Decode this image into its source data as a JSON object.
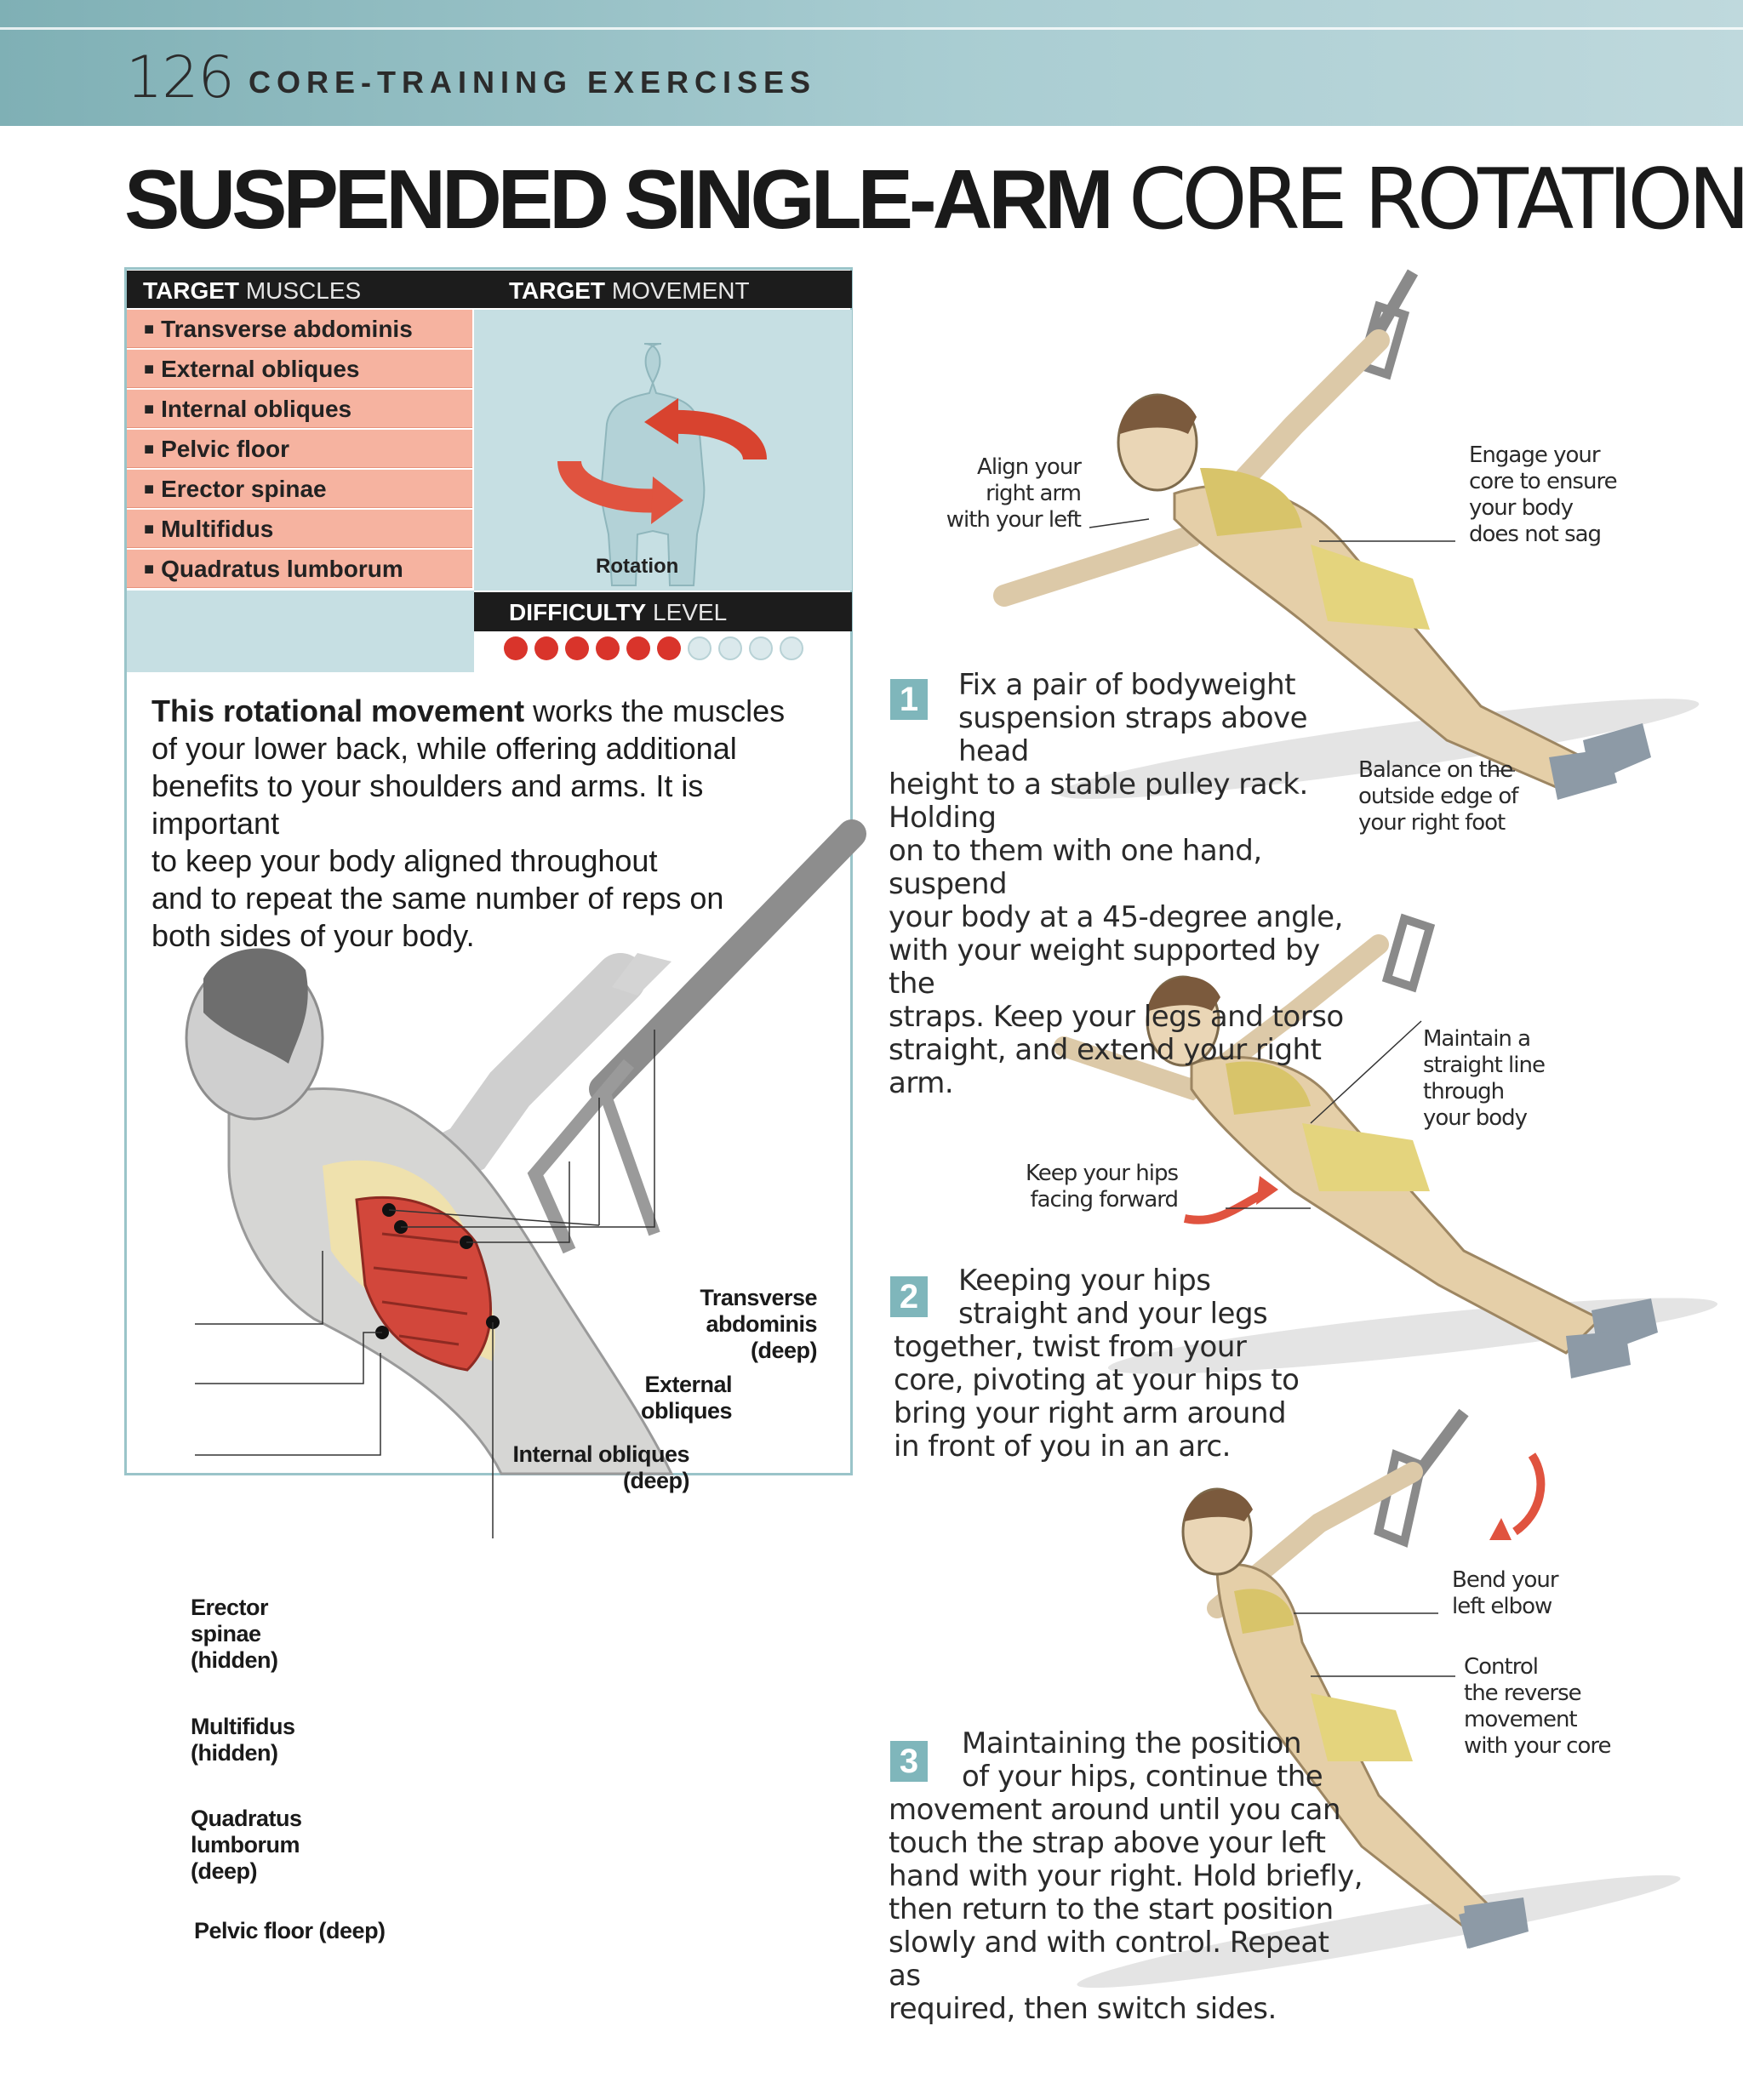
{
  "header": {
    "page_number": "126",
    "section": "CORE-TRAINING EXERCISES"
  },
  "title": {
    "bold": "SUSPENDED SINGLE-ARM",
    "light": "CORE ROTATION"
  },
  "target_muscles": {
    "heading_bold": "TARGET",
    "heading_light": "MUSCLES",
    "items": [
      "Transverse abdominis",
      "External obliques",
      "Internal obliques",
      "Pelvic floor",
      "Erector spinae",
      "Multifidus",
      "Quadratus lumborum"
    ]
  },
  "target_movement": {
    "heading_bold": "TARGET",
    "heading_light": "MOVEMENT",
    "label": "Rotation"
  },
  "difficulty": {
    "heading_bold": "DIFFICULTY",
    "heading_light": "LEVEL",
    "level": 6,
    "max": 10
  },
  "intro": {
    "bold": "This rotational movement",
    "lines": [
      "works the muscles",
      "of your lower back, while offering additional",
      "benefits to your shoulders and arms. It is important",
      "to keep your body aligned throughout",
      "and to repeat the same number of reps on",
      "both sides of your body."
    ]
  },
  "steps": [
    {
      "number": "1",
      "lines": [
        "Fix a pair of bodyweight",
        "suspension straps above head",
        "height to a stable pulley rack. Holding",
        "on to them with one hand, suspend",
        "your body at a 45-degree angle,",
        "with your weight supported by the",
        "straps. Keep your legs and torso",
        "straight, and extend your right arm."
      ]
    },
    {
      "number": "2",
      "lines": [
        "Keeping your hips",
        "straight and your legs",
        "together, twist from your",
        "core, pivoting at your hips to",
        "bring your right arm around",
        "in front of you in an arc."
      ]
    },
    {
      "number": "3",
      "lines": [
        "Maintaining the position",
        "of your hips, continue the",
        "movement around until you can",
        "touch the strap above your left",
        "hand with your right. Hold briefly,",
        "then return to the start position",
        "slowly and with control. Repeat as",
        "required, then switch sides."
      ]
    }
  ],
  "annotations": {
    "align": [
      "Align your",
      "right arm",
      "with your left"
    ],
    "engage": [
      "Engage your",
      "core to ensure",
      "your body",
      "does not sag"
    ],
    "balance": [
      "Balance on the",
      "outside edge of",
      "your right foot"
    ],
    "maintain": [
      "Maintain a",
      "straight line",
      "through",
      "your body"
    ],
    "hips": [
      "Keep your hips",
      "facing forward"
    ],
    "bend": [
      "Bend your",
      "left elbow"
    ],
    "control": [
      "Control",
      "the reverse",
      "movement",
      "with your core"
    ]
  },
  "muscle_labels": {
    "transverse": [
      "Transverse",
      "abdominis",
      "(deep)"
    ],
    "external": [
      "External",
      "obliques"
    ],
    "internal": [
      "Internal obliques",
      "(deep)"
    ],
    "erector": [
      "Erector",
      "spinae",
      "(hidden)"
    ],
    "multifidus": [
      "Multifidus",
      "(hidden)"
    ],
    "quadratus": [
      "Quadratus",
      "lumborum",
      "(deep)"
    ],
    "pelvic": [
      "Pelvic floor (deep)"
    ]
  },
  "colors": {
    "accent": "#7fb6bb",
    "muscle_bg": "#f6b3a0",
    "difficulty_on": "#d9342b",
    "panel_bg": "#c6dfe3"
  }
}
